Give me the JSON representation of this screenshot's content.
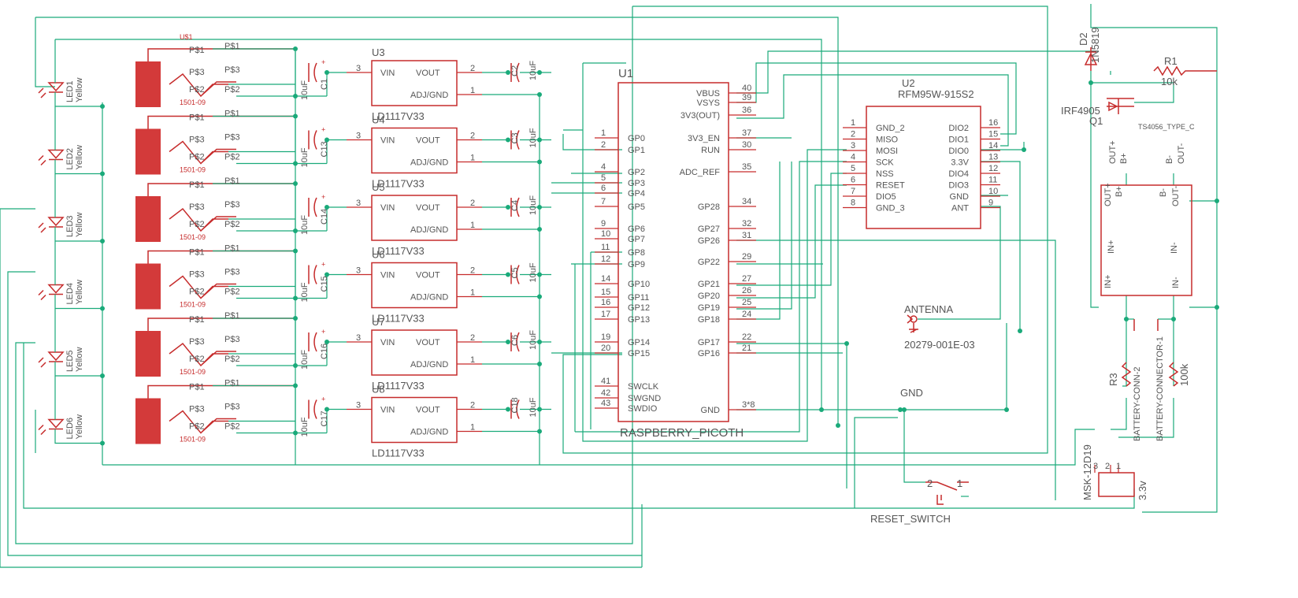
{
  "reg_modules": [
    {
      "ref": "U3",
      "cap_in": "C1",
      "cap_out": "C2"
    },
    {
      "ref": "U4",
      "cap_in": "C13",
      "cap_out": "C3"
    },
    {
      "ref": "U5",
      "cap_in": "C14",
      "cap_out": "C4"
    },
    {
      "ref": "U6",
      "cap_in": "C15",
      "cap_out": "C5"
    },
    {
      "ref": "U7",
      "cap_in": "C16",
      "cap_out": "C6"
    },
    {
      "ref": "U8",
      "cap_in": "C17",
      "cap_out": "C18"
    }
  ],
  "reg_common": {
    "part": "LD1117V33",
    "vin": "VIN",
    "vout": "VOUT",
    "adj": "ADJ/GND",
    "pin3": "3",
    "pin2": "2",
    "pin1": "1",
    "cap_value": "10uF"
  },
  "battery_holder": {
    "ref": "U$1",
    "p1": "P$1",
    "p2": "P$2",
    "p3": "P$3",
    "part": "1501-09"
  },
  "leds": [
    {
      "ref": "LED1",
      "color": "Yellow"
    },
    {
      "ref": "LED2",
      "color": "Yellow"
    },
    {
      "ref": "LED3",
      "color": "Yellow"
    },
    {
      "ref": "LED4",
      "color": "Yellow"
    },
    {
      "ref": "LED5",
      "color": "Yellow"
    },
    {
      "ref": "LED6",
      "color": "Yellow"
    }
  ],
  "pico": {
    "ref": "U1",
    "name": "RASPBERRY_PICOTH",
    "left_pins": [
      {
        "num": "1",
        "name": "GP0"
      },
      {
        "num": "2",
        "name": "GP1"
      },
      {
        "num": "4",
        "name": "GP2"
      },
      {
        "num": "5",
        "name": "GP3"
      },
      {
        "num": "6",
        "name": "GP4"
      },
      {
        "num": "7",
        "name": "GP5"
      },
      {
        "num": "9",
        "name": "GP6"
      },
      {
        "num": "10",
        "name": "GP7"
      },
      {
        "num": "11",
        "name": "GP8"
      },
      {
        "num": "12",
        "name": "GP9"
      },
      {
        "num": "14",
        "name": "GP10"
      },
      {
        "num": "15",
        "name": "GP11"
      },
      {
        "num": "16",
        "name": "GP12"
      },
      {
        "num": "17",
        "name": "GP13"
      },
      {
        "num": "19",
        "name": "GP14"
      },
      {
        "num": "20",
        "name": "GP15"
      },
      {
        "num": "41",
        "name": "SWCLK"
      },
      {
        "num": "42",
        "name": "SWGND"
      },
      {
        "num": "43",
        "name": "SWDIO"
      }
    ],
    "right_pins": [
      {
        "num": "40",
        "name": "VBUS"
      },
      {
        "num": "39",
        "name": "VSYS"
      },
      {
        "num": "36",
        "name": "3V3(OUT)"
      },
      {
        "num": "37",
        "name": "3V3_EN"
      },
      {
        "num": "30",
        "name": "RUN"
      },
      {
        "num": "35",
        "name": "ADC_REF"
      },
      {
        "num": "34",
        "name": "GP28"
      },
      {
        "num": "32",
        "name": "GP27"
      },
      {
        "num": "31",
        "name": "GP26"
      },
      {
        "num": "29",
        "name": "GP22"
      },
      {
        "num": "27",
        "name": "GP21"
      },
      {
        "num": "26",
        "name": "GP20"
      },
      {
        "num": "25",
        "name": "GP19"
      },
      {
        "num": "24",
        "name": "GP18"
      },
      {
        "num": "22",
        "name": "GP17"
      },
      {
        "num": "21",
        "name": "GP16"
      },
      {
        "num": "3*8",
        "name": "GND"
      }
    ]
  },
  "rfm": {
    "ref": "U2",
    "name": "RFM95W-915S2",
    "left_pins": [
      {
        "num": "1",
        "name": "GND_2"
      },
      {
        "num": "2",
        "name": "MISO"
      },
      {
        "num": "3",
        "name": "MOSI"
      },
      {
        "num": "4",
        "name": "SCK"
      },
      {
        "num": "5",
        "name": "NSS"
      },
      {
        "num": "6",
        "name": "RESET"
      },
      {
        "num": "7",
        "name": "DIO5"
      },
      {
        "num": "8",
        "name": "GND_3"
      }
    ],
    "right_pins": [
      {
        "num": "16",
        "name": "DIO2"
      },
      {
        "num": "15",
        "name": "DIO1"
      },
      {
        "num": "14",
        "name": "DIO0"
      },
      {
        "num": "13",
        "name": "3.3V"
      },
      {
        "num": "12",
        "name": "DIO4"
      },
      {
        "num": "11",
        "name": "DIO3"
      },
      {
        "num": "10",
        "name": "GND"
      },
      {
        "num": "9",
        "name": "ANT"
      }
    ]
  },
  "antenna": {
    "label": "ANTENNA",
    "part": "20279-001E-03"
  },
  "gnd_label": "GND",
  "reset_switch": {
    "label": "RESET_SWITCH",
    "pin2": "2",
    "pin1": "1"
  },
  "diode": {
    "ref": "D2",
    "part": "1N5819"
  },
  "r1": {
    "ref": "R1",
    "value": "10k"
  },
  "mosfet": {
    "ref": "Q1",
    "part": "IRF4905"
  },
  "charger": {
    "part": "TS4056_TYPE_C",
    "pins": [
      "OUT+",
      "B+",
      "B-",
      "OUT-",
      "IN+",
      "IN-"
    ]
  },
  "r3": {
    "ref": "R3",
    "value": "100k"
  },
  "bat_conn": [
    "BATTERY-CONN-2",
    "BATTERY-CONNECTOR-1"
  ],
  "switch_slide": {
    "ref": "MSK-12D19",
    "pins": [
      "3",
      "2",
      "1"
    ],
    "value": "3.3v"
  }
}
